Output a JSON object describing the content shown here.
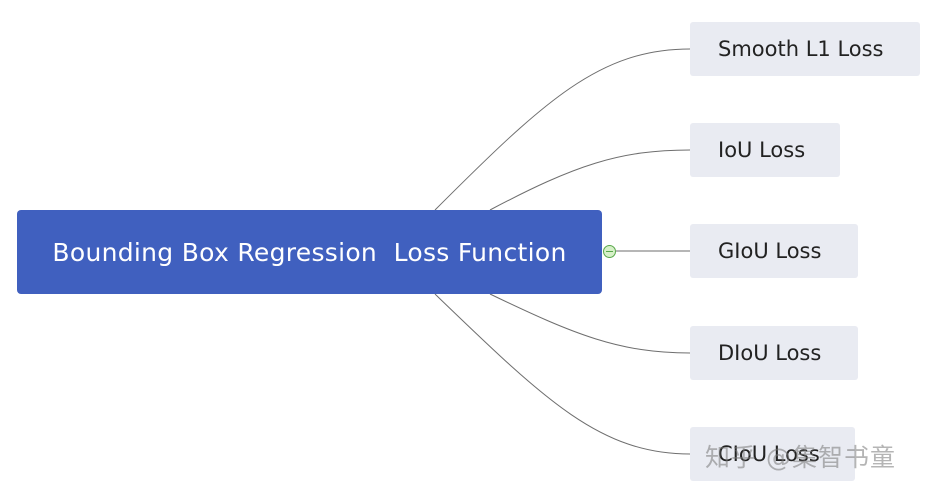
{
  "mindmap": {
    "root": {
      "label": "Bounding Box Regression  Loss Function"
    },
    "children": [
      {
        "label": "Smooth L1 Loss"
      },
      {
        "label": "IoU Loss"
      },
      {
        "label": "GIoU Loss"
      },
      {
        "label": "DIoU Loss"
      },
      {
        "label": "CIoU Loss"
      }
    ],
    "colors": {
      "root_fill": "#4060bf",
      "root_text": "#ffffff",
      "child_fill": "#e9ebf2",
      "child_text": "#222222",
      "connector": "#6e6e6e",
      "toggle_fill": "#d6f0c8",
      "toggle_stroke": "#58a84a"
    }
  },
  "watermark": {
    "text": "知乎 @集智书童"
  }
}
